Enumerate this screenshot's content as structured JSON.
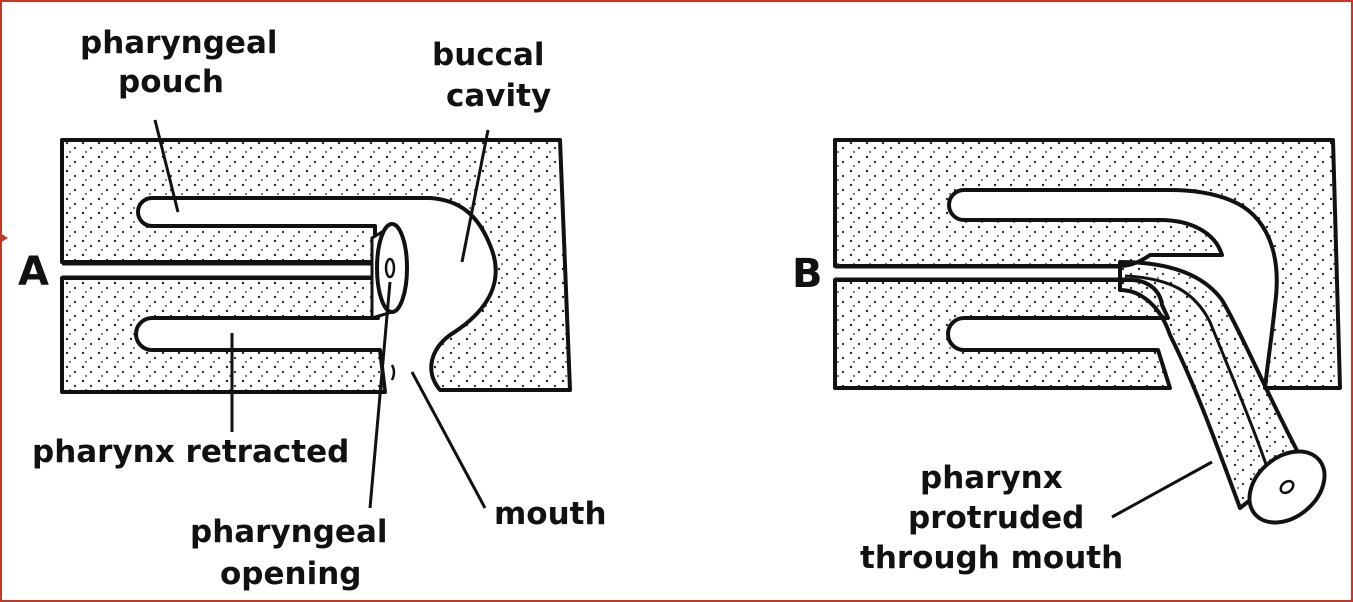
{
  "colors": {
    "ink": "#111111",
    "border": "#c0392b",
    "background": "#ffffff"
  },
  "panel_a": {
    "letter": "A",
    "labels": {
      "pharyngeal_pouch_line1": "pharyngeal",
      "pharyngeal_pouch_line2": "pouch",
      "buccal_cavity_line1": "buccal",
      "buccal_cavity_line2": "cavity",
      "pharynx_retracted": "pharynx retracted",
      "pharyngeal_opening_line1": "pharyngeal",
      "pharyngeal_opening_line2": "opening",
      "mouth": "mouth"
    }
  },
  "panel_b": {
    "letter": "B",
    "labels": {
      "line1": "pharynx",
      "line2": "protruded",
      "line3": "through mouth"
    }
  }
}
